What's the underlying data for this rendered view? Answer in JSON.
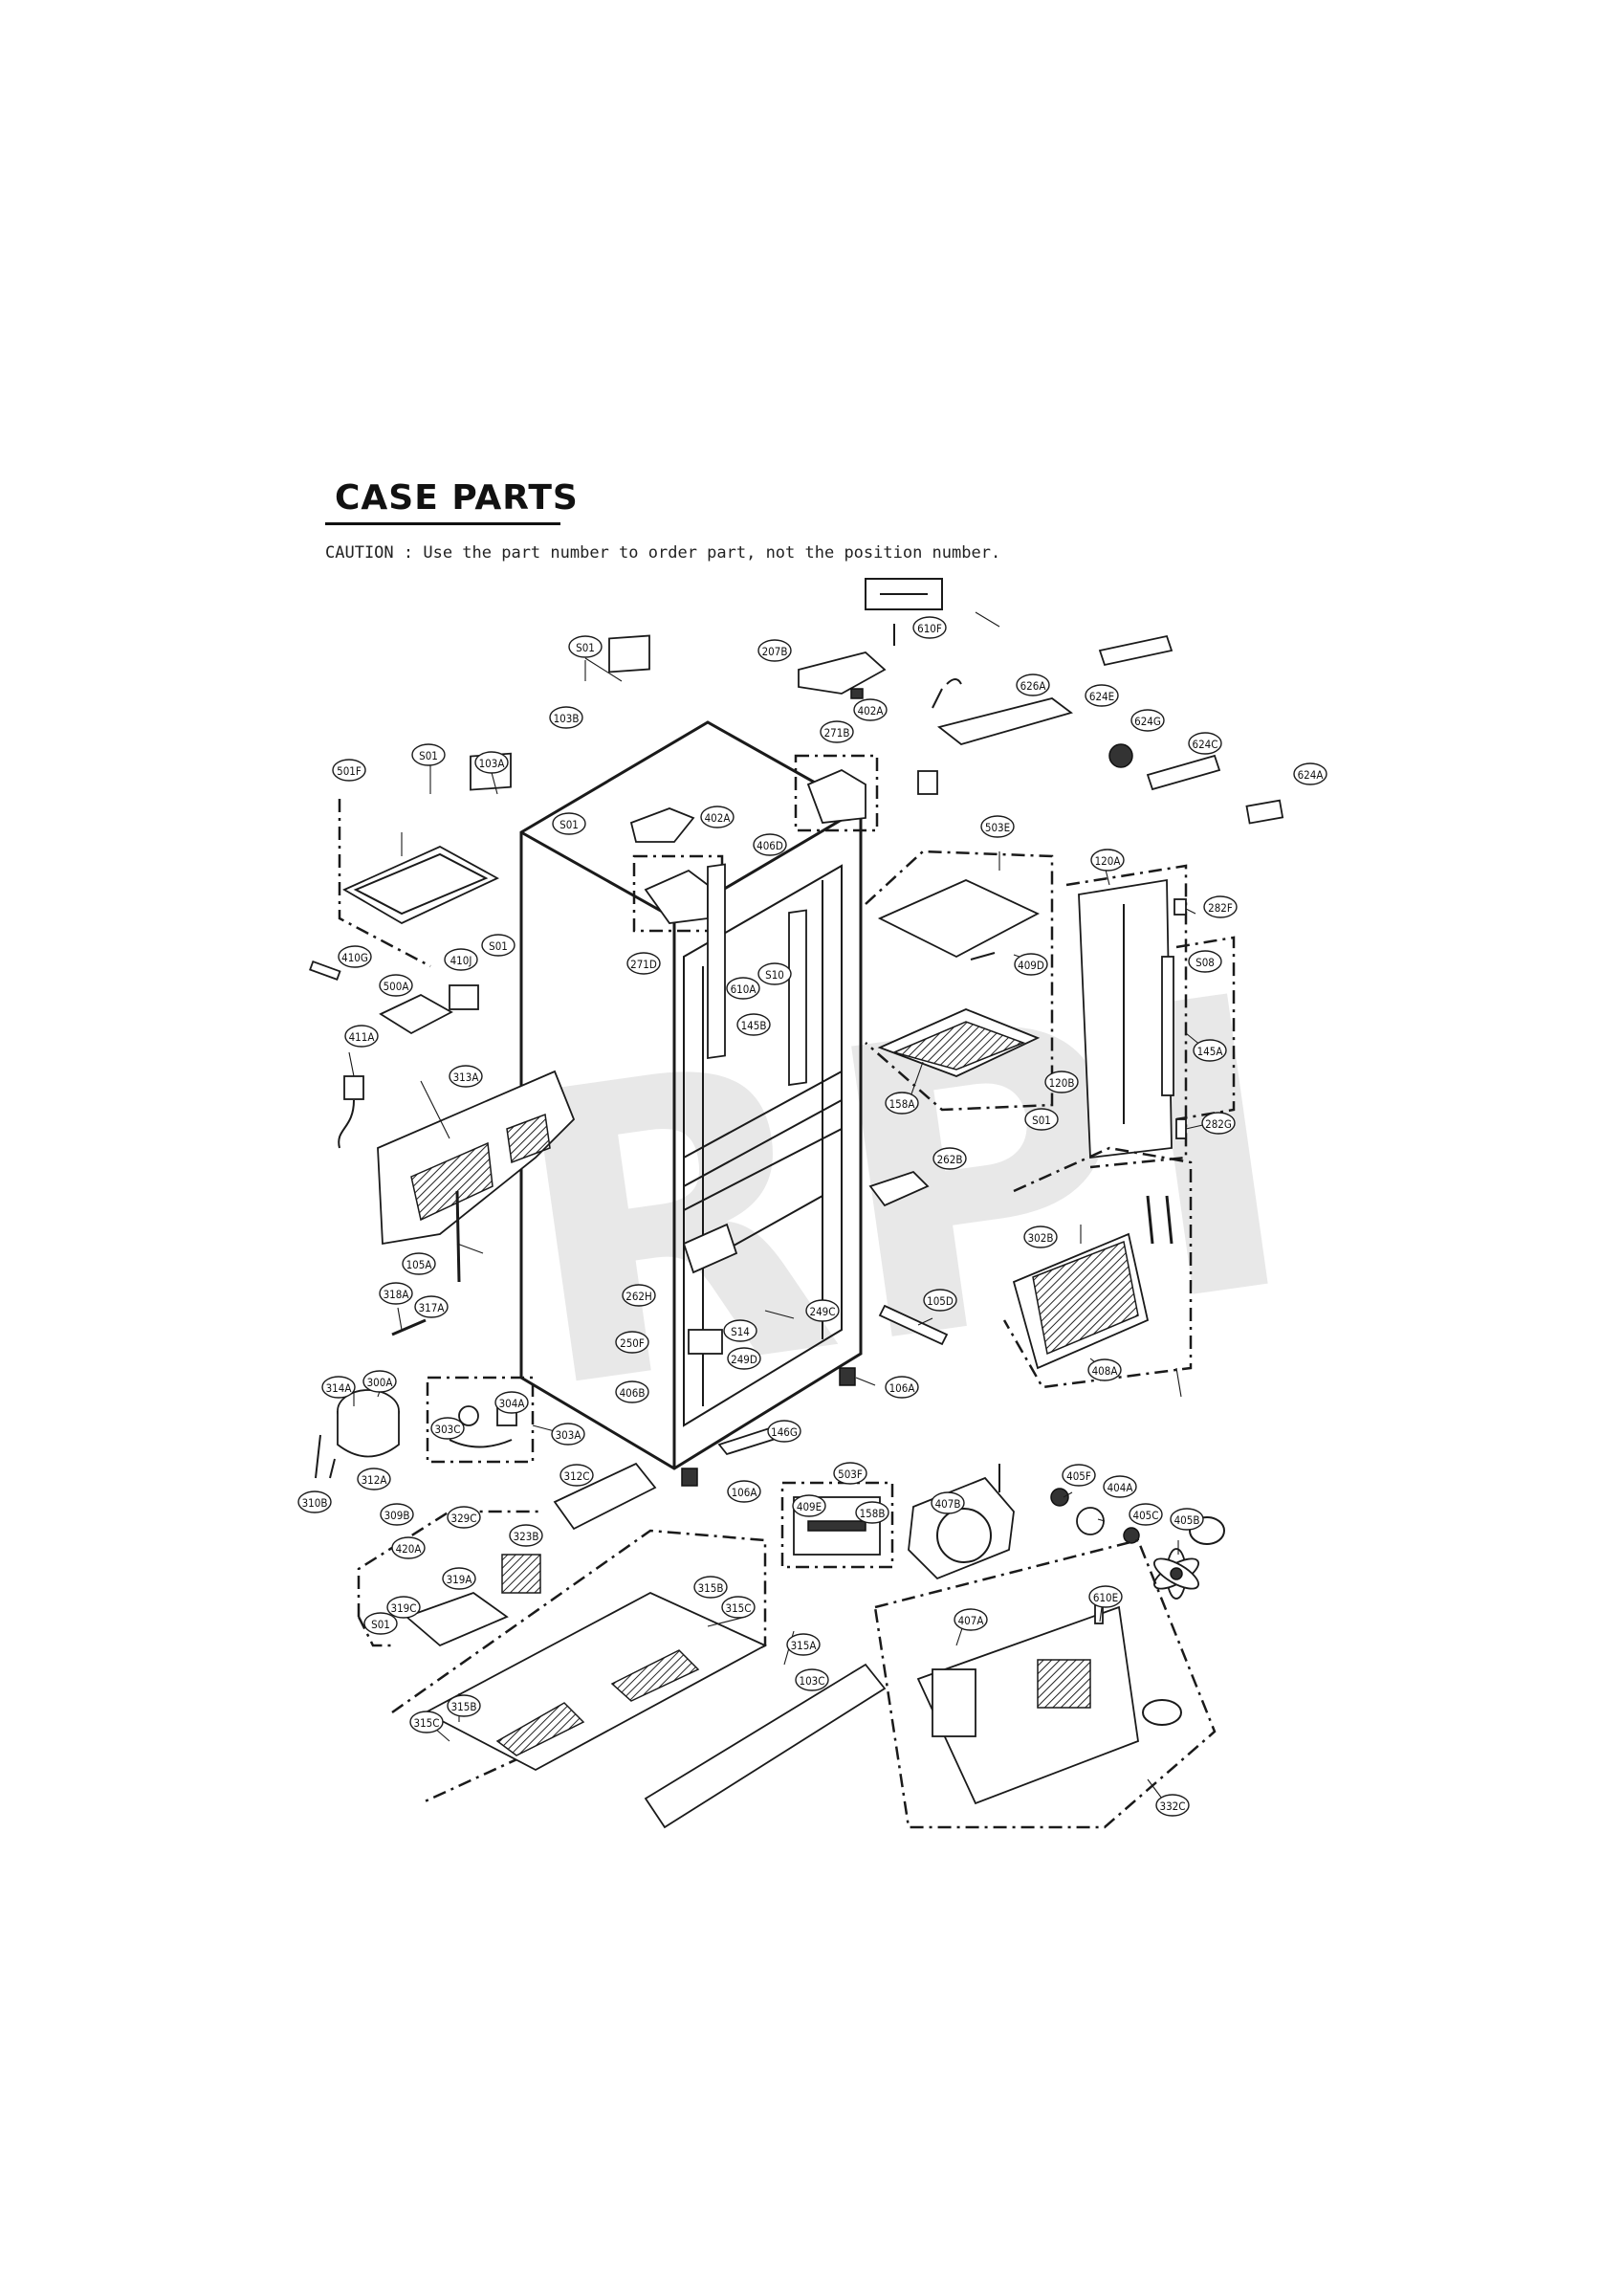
{
  "title": "CASE PARTS",
  "caution": "CAUTION : Use the part number to order part, not the position number.",
  "watermark": "RPI",
  "callouts": [
    {
      "label": "610F"
    },
    {
      "label": "S01"
    },
    {
      "label": "207B"
    },
    {
      "label": "624E"
    },
    {
      "label": "626A"
    },
    {
      "label": "103B"
    },
    {
      "label": "402A"
    },
    {
      "label": "624G"
    },
    {
      "label": "271B"
    },
    {
      "label": "624C"
    },
    {
      "label": "501F"
    },
    {
      "label": "S01"
    },
    {
      "label": "103A"
    },
    {
      "label": "624A"
    },
    {
      "label": "S01"
    },
    {
      "label": "402A"
    },
    {
      "label": "406D"
    },
    {
      "label": "503E"
    },
    {
      "label": "120A"
    },
    {
      "label": "282F"
    },
    {
      "label": "410G"
    },
    {
      "label": "410J"
    },
    {
      "label": "S01"
    },
    {
      "label": "271D"
    },
    {
      "label": "S10"
    },
    {
      "label": "409D"
    },
    {
      "label": "S08"
    },
    {
      "label": "500A"
    },
    {
      "label": "610A"
    },
    {
      "label": "411A"
    },
    {
      "label": "145B"
    },
    {
      "label": "145A"
    },
    {
      "label": "313A"
    },
    {
      "label": "158A"
    },
    {
      "label": "120B"
    },
    {
      "label": "S01"
    },
    {
      "label": "282G"
    },
    {
      "label": "262B"
    },
    {
      "label": "105A"
    },
    {
      "label": "302B"
    },
    {
      "label": "318A"
    },
    {
      "label": "317A"
    },
    {
      "label": "262H"
    },
    {
      "label": "249C"
    },
    {
      "label": "105D"
    },
    {
      "label": "S14"
    },
    {
      "label": "250F"
    },
    {
      "label": "249D"
    },
    {
      "label": "408A"
    },
    {
      "label": "314A"
    },
    {
      "label": "300A"
    },
    {
      "label": "406B"
    },
    {
      "label": "106A"
    },
    {
      "label": "304A"
    },
    {
      "label": "303C"
    },
    {
      "label": "303A"
    },
    {
      "label": "146G"
    },
    {
      "label": "312C"
    },
    {
      "label": "503F"
    },
    {
      "label": "405F"
    },
    {
      "label": "312A"
    },
    {
      "label": "106A"
    },
    {
      "label": "409E"
    },
    {
      "label": "158B"
    },
    {
      "label": "407B"
    },
    {
      "label": "404A"
    },
    {
      "label": "310B"
    },
    {
      "label": "309B"
    },
    {
      "label": "329C"
    },
    {
      "label": "405C"
    },
    {
      "label": "405B"
    },
    {
      "label": "420A"
    },
    {
      "label": "323B"
    },
    {
      "label": "319A"
    },
    {
      "label": "315B"
    },
    {
      "label": "610E"
    },
    {
      "label": "319C"
    },
    {
      "label": "315C"
    },
    {
      "label": "S01"
    },
    {
      "label": "407A"
    },
    {
      "label": "315A"
    },
    {
      "label": "103C"
    },
    {
      "label": "315B"
    },
    {
      "label": "315C"
    },
    {
      "label": "332C"
    }
  ]
}
